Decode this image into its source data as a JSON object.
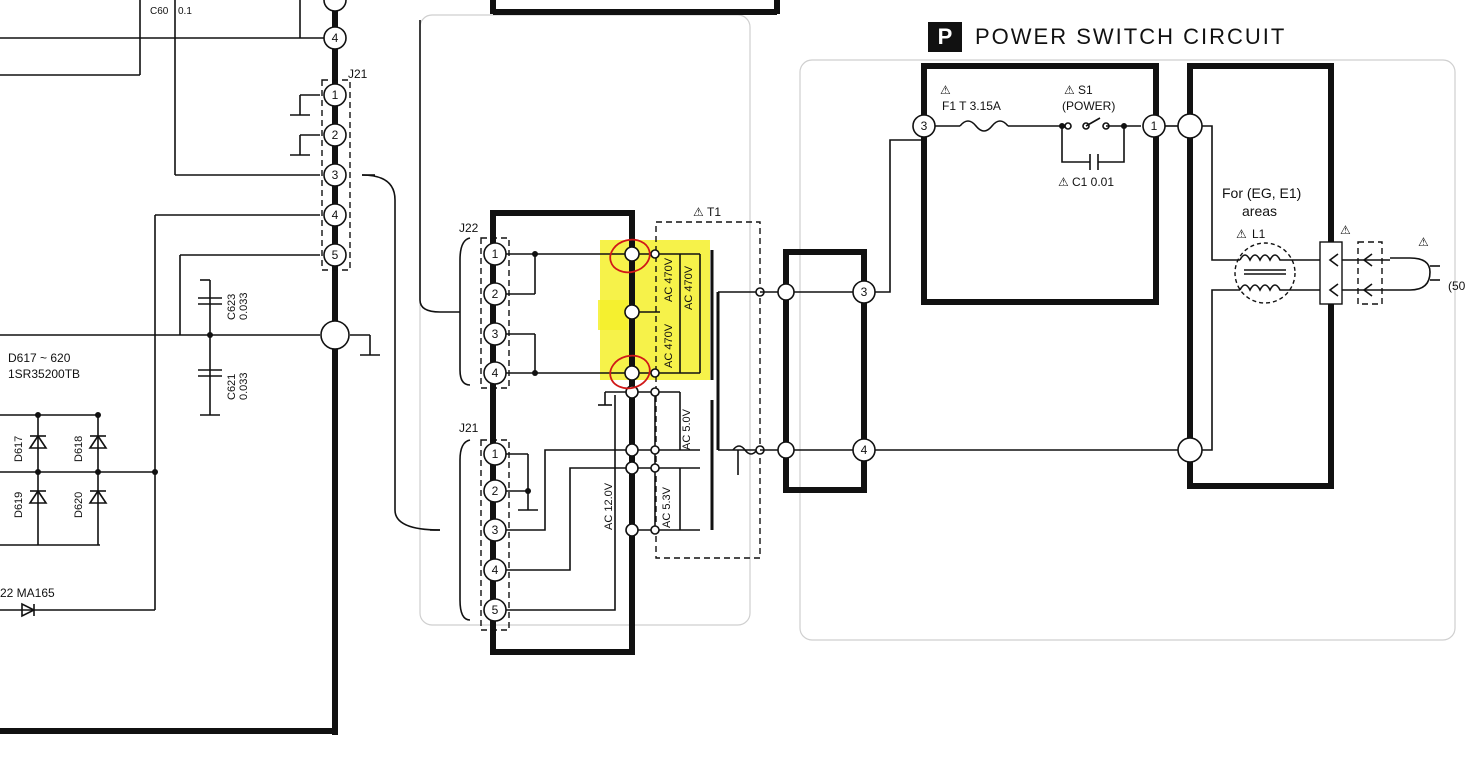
{
  "section": {
    "letter": "P",
    "title": "POWER SWITCH CIRCUIT"
  },
  "connectors": {
    "j21_top": "J21",
    "j22": "J22",
    "j21_bottom": "J21"
  },
  "pins": {
    "p1": "1",
    "p2": "2",
    "p3": "3",
    "p4": "4",
    "p5": "5"
  },
  "transformer": {
    "label": "T1"
  },
  "windings": {
    "w1": "AC 470V",
    "w2": "AC 470V",
    "w3": "AC 470V",
    "w4": "AC 5.0V",
    "w5": "AC 12.0V",
    "w6": "AC 5.3V"
  },
  "components": {
    "fuse": "F1  T 3.15A",
    "switch_ref": "S1",
    "switch_name": "(POWER)",
    "cap_c1": "C1  0.01",
    "line_filter": "L1",
    "c623_ref": "C623",
    "c623_val": "0.033",
    "c621_ref": "C621",
    "c621_val": "0.033",
    "diode_range": "D617 ~ 620",
    "diode_part": "1SR35200TB",
    "d617": "D617",
    "d618": "D618",
    "d619": "D619",
    "d620": "D620",
    "bottom_diode": "22  MA165",
    "cap_top": "C60",
    "cap_top_val": "0.1",
    "plug_rating": "(50"
  },
  "areas_note": {
    "line1": "For (EG, E1)",
    "line2": "areas"
  },
  "colors": {
    "highlight": "#f5f02a",
    "annotation": "#d01818",
    "ink": "#111111"
  }
}
